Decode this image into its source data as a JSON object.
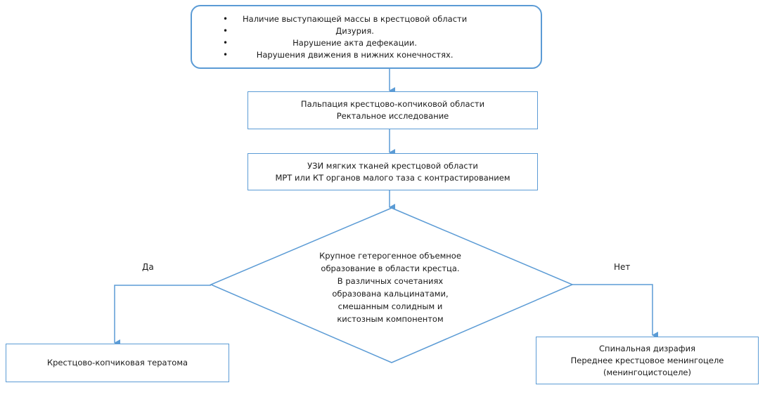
{
  "flowchart": {
    "symptoms": {
      "items": [
        "Наличие выступающей массы в крестцовой области",
        "Дизурия.",
        "Нарушение акта дефекации.",
        "Нарушения движения в нижних конечностях."
      ]
    },
    "step1": {
      "lines": [
        "Пальпация крестцово-копчиковой области",
        "Ректальное исследование"
      ]
    },
    "step2": {
      "lines": [
        "УЗИ мягких тканей крестцовой области",
        "МРТ или КТ органов малого таза с контрастированием"
      ]
    },
    "decision": {
      "lines": [
        "Крупное гетерогенное объемное",
        "образование в области  крестца.",
        "В различных сочетаниях",
        "образована кальцинатами,",
        "смешанным солидным и",
        "кистозным компонентом"
      ]
    },
    "yes_label": "Да",
    "no_label": "Нет",
    "yes_result": {
      "lines": [
        "Крестцово-копчиковая тератома"
      ]
    },
    "no_result": {
      "lines": [
        "Спинальная дизрафия",
        "Переднее крестцовое менингоцеле",
        "(менингоцистоцеле)"
      ]
    }
  },
  "colors": {
    "line": "#5b9bd5"
  }
}
